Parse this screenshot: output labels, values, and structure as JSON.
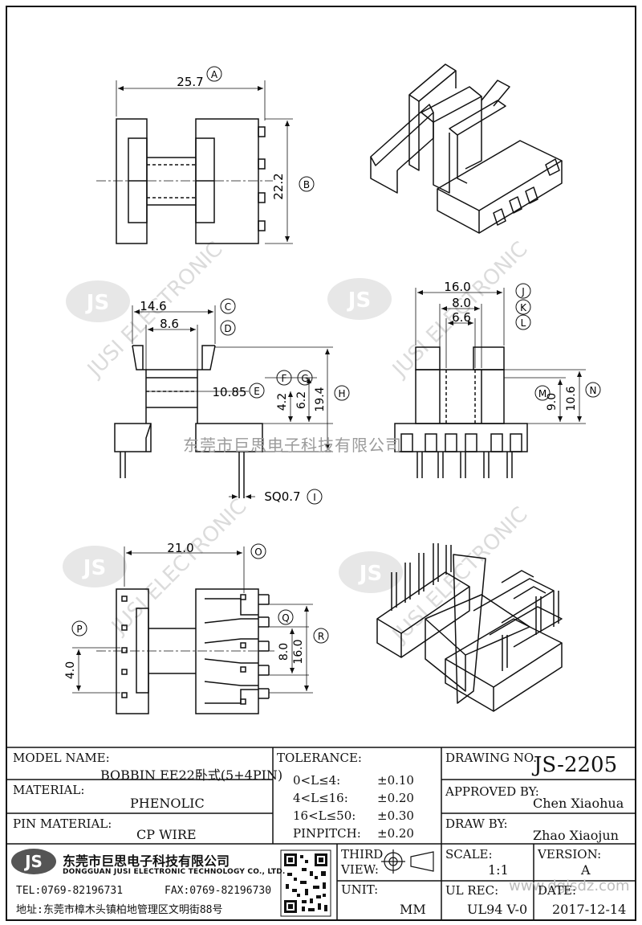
{
  "dimensions": {
    "A": {
      "letter": "A",
      "value": "25.7"
    },
    "B": {
      "letter": "B",
      "value": "22.2"
    },
    "C": {
      "letter": "C",
      "value": "14.6"
    },
    "D": {
      "letter": "D",
      "value": "8.6"
    },
    "E": {
      "letter": "E",
      "value": "10.85"
    },
    "F": {
      "letter": "F",
      "value": "4.2"
    },
    "G": {
      "letter": "G",
      "value": "6.2"
    },
    "H": {
      "letter": "H",
      "value": "19.4"
    },
    "I": {
      "letter": "I",
      "value": "SQ0.7"
    },
    "J": {
      "letter": "J",
      "value": "16.0"
    },
    "K": {
      "letter": "K",
      "value": "8.0"
    },
    "L": {
      "letter": "L",
      "value": "6.6"
    },
    "M": {
      "letter": "M",
      "value": "9.0"
    },
    "N": {
      "letter": "N",
      "value": "10.6"
    },
    "O": {
      "letter": "O",
      "value": "21.0"
    },
    "P": {
      "letter": "P",
      "value": "4.0"
    },
    "Q": {
      "letter": "Q",
      "value": "8.0"
    },
    "R": {
      "letter": "R",
      "value": "16.0"
    }
  },
  "watermark": {
    "logo": "JS",
    "company_text": "东莞市巨思电子科技有限公司",
    "diag_text": "JUSI ELECTRONIC",
    "url": "www.dgjsdz.com"
  },
  "title_block": {
    "model_name_label": "MODEL NAME:",
    "model_name_value": "BOBBIN EE22卧式(5+4PIN)",
    "material_label": "MATERIAL:",
    "material_value": "PHENOLIC",
    "pin_material_label": "PIN MATERIAL:",
    "pin_material_value": "CP WIRE",
    "tolerance_label": "TOLERANCE:",
    "tolerances": [
      {
        "range": "0<L≤4:",
        "value": "±0.10"
      },
      {
        "range": "4<L≤16:",
        "value": "±0.20"
      },
      {
        "range": "16<L≤50:",
        "value": "±0.30"
      },
      {
        "range": "PINPITCH:",
        "value": "±0.20"
      }
    ],
    "drawing_no_label": "DRAWING NO.",
    "drawing_no_value": "JS-2205",
    "approved_by_label": "APPROVED BY:",
    "approved_by_value": "Chen Xiaohua",
    "draw_by_label": "DRAW BY:",
    "draw_by_value": "Zhao Xiaojun",
    "third_view_label_1": "THIRD",
    "third_view_label_2": "VIEW:",
    "unit_label": "UNIT:",
    "unit_value": "MM",
    "scale_label": "SCALE:",
    "scale_value": "1:1",
    "version_label": "VERSION:",
    "version_value": "A",
    "ul_rec_label": "UL REC:",
    "ul_rec_value": "UL94 V-0",
    "date_label": "DATE:",
    "date_value": "2017-12-14"
  },
  "company": {
    "logo": "JS",
    "name_cn": "东莞市巨思电子科技有限公司",
    "name_en": "DONGGUAN JUSI ELECTRONIC TECHNOLOGY CO., LTD.",
    "tel": "TEL:0769-82196731",
    "fax": "FAX:0769-82196730",
    "address": "地址:东莞市樟木头镇柏地管理区文明街88号"
  }
}
